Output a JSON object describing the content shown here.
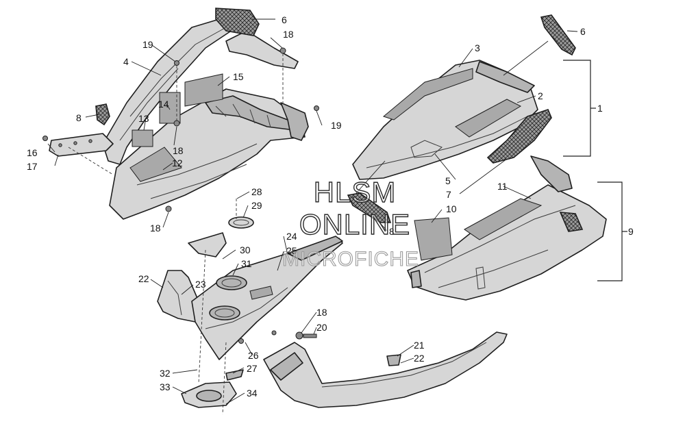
{
  "watermark": {
    "line1": "HLSM",
    "line2": "ONLINE",
    "line3": "MICROFICHE"
  },
  "callouts": [
    "1",
    "2",
    "3",
    "4",
    "5",
    "6",
    "6",
    "7",
    "8",
    "8",
    "9",
    "10",
    "11",
    "12",
    "13",
    "14",
    "15",
    "16",
    "17",
    "18",
    "18",
    "18",
    "18",
    "18",
    "19",
    "19",
    "20",
    "21",
    "22",
    "22",
    "23",
    "24",
    "25",
    "26",
    "27",
    "28",
    "29",
    "30",
    "31",
    "32",
    "33",
    "34"
  ],
  "colors": {
    "line": "#1e1e1e",
    "fill": "#d6d6d6",
    "panel": "#a9a9a9"
  }
}
